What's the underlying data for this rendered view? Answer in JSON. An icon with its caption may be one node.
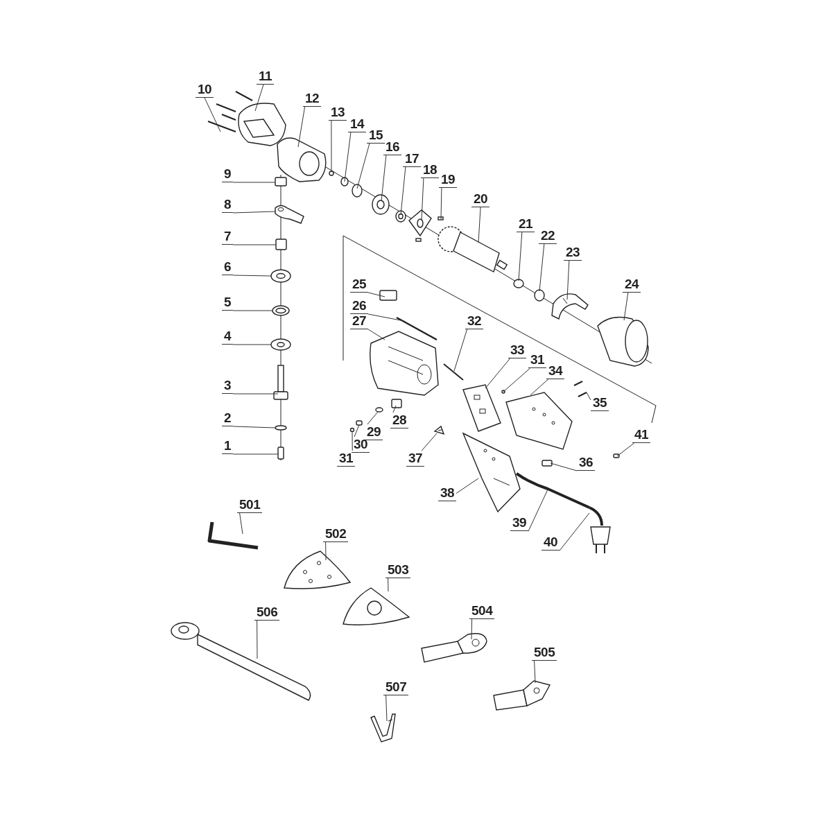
{
  "diagram": {
    "nodes": [
      {
        "text": [
          "10"
        ]
      },
      {
        "text": [
          "11"
        ]
      },
      {
        "text": [
          "12"
        ]
      },
      {
        "text": [
          "13"
        ]
      },
      {
        "text": [
          "14"
        ]
      },
      {
        "text": [
          "15"
        ]
      },
      {
        "text": [
          "16"
        ]
      },
      {
        "text": [
          "17"
        ]
      },
      {
        "text": [
          "18"
        ]
      },
      {
        "text": [
          "19"
        ]
      },
      {
        "text": [
          "9"
        ]
      },
      {
        "text": [
          "8"
        ]
      },
      {
        "text": [
          "20"
        ]
      },
      {
        "text": [
          "7"
        ]
      },
      {
        "text": [
          "21"
        ]
      },
      {
        "text": [
          "22"
        ]
      },
      {
        "text": [
          "6"
        ]
      },
      {
        "text": [
          "23"
        ]
      },
      {
        "text": [
          "24"
        ]
      },
      {
        "text": [
          "25"
        ]
      },
      {
        "text": [
          "5"
        ]
      },
      {
        "text": [
          "26"
        ]
      },
      {
        "text": [
          "32"
        ]
      },
      {
        "text": [
          "27"
        ]
      },
      {
        "text": [
          "4"
        ]
      },
      {
        "text": [
          "33"
        ]
      },
      {
        "text": [
          "31"
        ]
      },
      {
        "text": [
          "34"
        ]
      },
      {
        "text": [
          "35"
        ]
      },
      {
        "text": [
          "3"
        ]
      },
      {
        "text": [
          "28"
        ]
      },
      {
        "text": [
          "2"
        ]
      },
      {
        "text": [
          "29"
        ]
      },
      {
        "text": [
          "30"
        ]
      },
      {
        "text": [
          "41"
        ]
      },
      {
        "text": [
          "1"
        ]
      },
      {
        "text": [
          "31"
        ]
      },
      {
        "text": [
          "37"
        ]
      },
      {
        "text": [
          "36"
        ]
      },
      {
        "text": [
          "38"
        ]
      },
      {
        "text": [
          "501"
        ]
      },
      {
        "text": [
          "39"
        ]
      },
      {
        "text": [
          "502"
        ]
      },
      {
        "text": [
          "40"
        ]
      },
      {
        "text": [
          "503"
        ]
      },
      {
        "text": [
          "504"
        ]
      },
      {
        "text": [
          "506"
        ]
      },
      {
        "text": [
          "505"
        ]
      },
      {
        "text": [
          "507"
        ]
      },
      {
        "text": [],
        "shape": "picture"
      },
      {
        "text": [],
        "shape": "picture"
      },
      {
        "text": [],
        "shape": "picture"
      },
      {
        "text": [],
        "shape": "circle"
      },
      {
        "text": [],
        "shape": "circle"
      },
      {
        "text": [],
        "shape": "circle"
      },
      {
        "text": [],
        "shape": "picture"
      },
      {
        "text": [],
        "shape": "picture"
      },
      {
        "text": [],
        "shape": "picture"
      },
      {
        "text": [],
        "shape": "picture"
      },
      {
        "text": [],
        "shape": "box"
      },
      {
        "text": [],
        "shape": "picture"
      },
      {
        "text": [],
        "shape": "picture"
      },
      {
        "text": [],
        "shape": "box"
      },
      {
        "text": [],
        "shape": "circle"
      },
      {
        "text": [],
        "shape": "circle"
      },
      {
        "text": [],
        "shape": "picture"
      },
      {
        "text": [],
        "shape": "picture"
      },
      {
        "text": [],
        "shape": "picture"
      },
      {
        "text": [],
        "shape": "box"
      },
      {
        "text": [],
        "shape": "picture"
      },
      {
        "text": [],
        "shape": "picture"
      },
      {
        "text": [],
        "shape": "picture"
      },
      {
        "text": [],
        "shape": "picture"
      },
      {
        "text": [],
        "shape": "picture"
      },
      {
        "text": [],
        "shape": "picture"
      },
      {
        "text": [],
        "shape": "circle"
      },
      {
        "text": [],
        "shape": "picture"
      },
      {
        "text": [],
        "shape": "picture"
      },
      {
        "text": [],
        "shape": "picture"
      },
      {
        "text": [],
        "shape": "box"
      },
      {
        "text": [],
        "shape": "circle"
      },
      {
        "text": [],
        "shape": "circle"
      },
      {
        "text": [],
        "shape": "box"
      },
      {
        "text": [],
        "shape": "box"
      },
      {
        "text": [],
        "shape": "box"
      },
      {
        "text": [],
        "shape": "circle"
      },
      {
        "text": [],
        "shape": "picture"
      },
      {
        "text": [],
        "shape": "box"
      },
      {
        "text": [],
        "shape": "picture"
      },
      {
        "text": [],
        "shape": "picture"
      },
      {
        "text": [],
        "shape": "picture"
      },
      {
        "text": [],
        "shape": "picture"
      },
      {
        "text": [],
        "shape": "picture"
      },
      {
        "text": [],
        "shape": "picture"
      },
      {
        "text": [],
        "shape": "picture"
      },
      {
        "text": [],
        "shape": "picture"
      },
      {
        "text": [],
        "shape": "picture"
      },
      {
        "text": [],
        "shape": "picture"
      }
    ],
    "edges": [
      {
        "from": 0,
        "to": 49,
        "arrow": "none"
      },
      {
        "from": 1,
        "to": 50,
        "arrow": "none"
      },
      {
        "from": 2,
        "to": 51,
        "arrow": "none"
      },
      {
        "from": 3,
        "to": 52,
        "arrow": "none"
      },
      {
        "from": 4,
        "to": 53,
        "arrow": "none"
      },
      {
        "from": 5,
        "to": 54,
        "arrow": "none"
      },
      {
        "from": 6,
        "to": 55,
        "arrow": "none"
      },
      {
        "from": 7,
        "to": 56,
        "arrow": "none"
      },
      {
        "from": 8,
        "to": 57,
        "arrow": "none"
      },
      {
        "from": 9,
        "to": 58,
        "arrow": "none"
      },
      {
        "from": 10,
        "to": 59,
        "arrow": "none"
      },
      {
        "from": 11,
        "to": 60,
        "arrow": "none"
      },
      {
        "from": 12,
        "to": 61,
        "arrow": "none"
      },
      {
        "from": 13,
        "to": 62,
        "arrow": "none"
      },
      {
        "from": 14,
        "to": 63,
        "arrow": "none"
      },
      {
        "from": 15,
        "to": 64,
        "arrow": "none"
      },
      {
        "from": 16,
        "to": 65,
        "arrow": "none"
      },
      {
        "from": 17,
        "to": 66,
        "arrow": "none"
      },
      {
        "from": 18,
        "to": 67,
        "arrow": "none"
      },
      {
        "from": 19,
        "to": 68,
        "arrow": "none"
      },
      {
        "from": 20,
        "to": 69,
        "arrow": "none"
      },
      {
        "from": 21,
        "to": 70,
        "arrow": "none"
      },
      {
        "from": 22,
        "to": 71,
        "arrow": "none"
      },
      {
        "from": 23,
        "to": 72,
        "arrow": "none"
      },
      {
        "from": 24,
        "to": 73,
        "arrow": "none"
      },
      {
        "from": 25,
        "to": 74,
        "arrow": "none"
      },
      {
        "from": 26,
        "to": 75,
        "arrow": "none"
      },
      {
        "from": 27,
        "to": 76,
        "arrow": "none"
      },
      {
        "from": 28,
        "to": 77,
        "arrow": "none"
      },
      {
        "from": 29,
        "to": 78,
        "arrow": "none"
      },
      {
        "from": 30,
        "to": 79,
        "arrow": "none"
      },
      {
        "from": 31,
        "to": 80,
        "arrow": "none"
      },
      {
        "from": 32,
        "to": 81,
        "arrow": "none"
      },
      {
        "from": 33,
        "to": 82,
        "arrow": "none"
      },
      {
        "from": 34,
        "to": 83,
        "arrow": "none"
      },
      {
        "from": 35,
        "to": 84,
        "arrow": "none"
      },
      {
        "from": 36,
        "to": 85,
        "arrow": "none"
      },
      {
        "from": 37,
        "to": 86,
        "arrow": "none"
      },
      {
        "from": 38,
        "to": 87,
        "arrow": "none"
      },
      {
        "from": 39,
        "to": 88,
        "arrow": "none"
      },
      {
        "from": 40,
        "to": 89,
        "arrow": "none"
      },
      {
        "from": 41,
        "to": 90,
        "arrow": "none"
      },
      {
        "from": 42,
        "to": 91,
        "arrow": "none"
      },
      {
        "from": 43,
        "to": 92,
        "arrow": "none"
      },
      {
        "from": 44,
        "to": 93,
        "arrow": "none"
      },
      {
        "from": 45,
        "to": 94,
        "arrow": "none"
      },
      {
        "from": 46,
        "to": 95,
        "arrow": "none"
      },
      {
        "from": 47,
        "to": 96,
        "arrow": "none"
      },
      {
        "from": 48,
        "to": 97,
        "arrow": "none"
      }
    ]
  }
}
